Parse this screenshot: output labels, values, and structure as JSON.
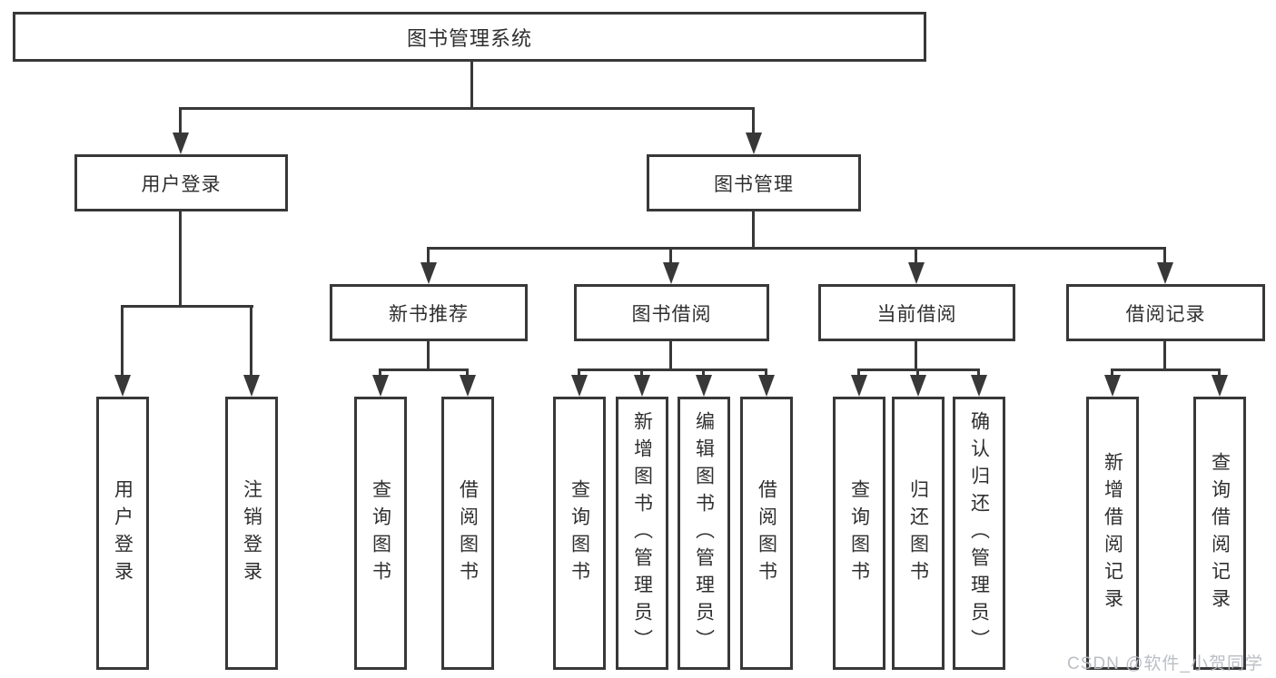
{
  "nodes": {
    "root": "图书管理系统",
    "user_login": "用户登录",
    "book_management": "图书管理",
    "new_book_recommend": "新书推荐",
    "book_borrowing": "图书借阅",
    "current_borrowing": "当前借阅",
    "borrowing_records": "借阅记录",
    "leaf_user_login": "用户登录",
    "leaf_logout": "注销登录",
    "leaf_query_books_1": "查询图书",
    "leaf_borrow_books_1": "借阅图书",
    "leaf_query_books_2": "查询图书",
    "leaf_add_books_admin": "新增图书（管理员）",
    "leaf_edit_books_admin": "编辑图书（管理员）",
    "leaf_borrow_books_2": "借阅图书",
    "leaf_query_books_3": "查询图书",
    "leaf_return_books": "归还图书",
    "leaf_confirm_return_admin": "确认归还（管理员）",
    "leaf_add_borrow_record": "新增借阅记录",
    "leaf_query_borrow_record": "查询借阅记录"
  },
  "watermark": "CSDN @软件_小贺同学",
  "colors": {
    "line": "#383838",
    "text": "#2f2f2f",
    "background": "#ffffff",
    "watermark": "#b7bbc1"
  }
}
